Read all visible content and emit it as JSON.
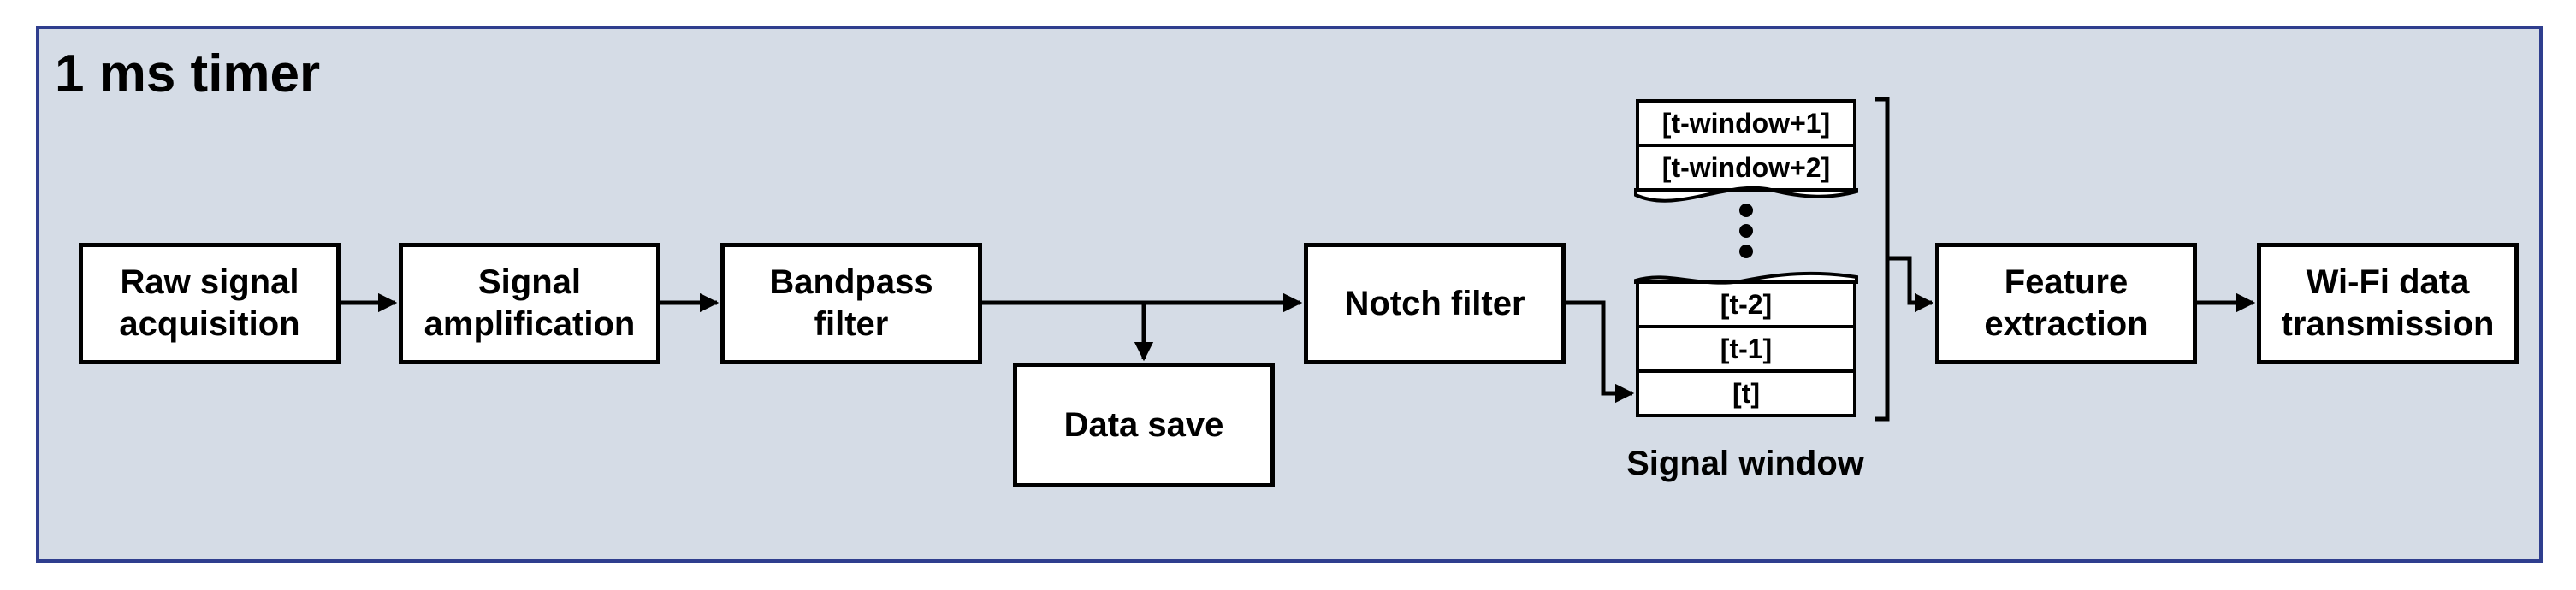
{
  "panel": {
    "title": "1 ms timer"
  },
  "blocks": {
    "raw": [
      "Raw signal",
      "acquisition"
    ],
    "amp": [
      "Signal",
      "amplification"
    ],
    "bandpass": [
      "Bandpass",
      "filter"
    ],
    "save": [
      "Data save"
    ],
    "notch": [
      "Notch filter"
    ],
    "feature": [
      "Feature",
      "extraction"
    ],
    "wifi": [
      "Wi-Fi data",
      "transmission"
    ]
  },
  "signal_window": {
    "label": "Signal window",
    "top_cells": [
      "[t-window+1]",
      "[t-window+2]"
    ],
    "bottom_cells": [
      "[t-2]",
      "[t-1]",
      "[t]"
    ]
  },
  "colors": {
    "panel_fill": "#d5dce6",
    "panel_border": "#2f3e8e",
    "stroke": "#000000"
  }
}
